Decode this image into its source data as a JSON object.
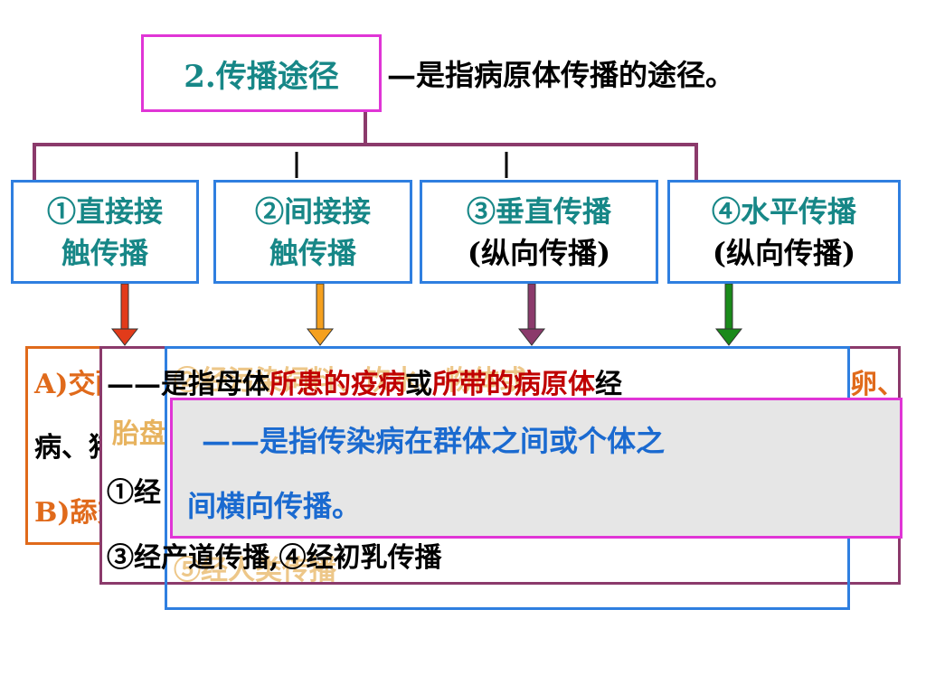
{
  "title": {
    "label": "2.传播途径",
    "description": "—是指病原体传播的途径。"
  },
  "routes": [
    {
      "line1": "①直接接",
      "line2": "触传播",
      "arrow_color": "#e23b1a"
    },
    {
      "line1": "②间接接",
      "line2": "触传播",
      "arrow_color": "#f5a01e"
    },
    {
      "line1": "③垂直传播",
      "line2": "(纵向传播)",
      "arrow_color": "#8b3a6b"
    },
    {
      "line1": "④水平传播",
      "line2": "(纵向传播)",
      "arrow_color": "#1a8a1a"
    }
  ],
  "panel_direct": {
    "line_a": "A)交配",
    "line_b": "病、猪",
    "line_c": "B)舔交",
    "line_d": "胎盘",
    "overflow": "卵、"
  },
  "panel_vertical": {
    "intro_prefix": "——是指母体",
    "intro_red_1": "所患的疫病",
    "intro_mid": "或",
    "intro_red_2": "所带的病原体",
    "intro_suffix": "经",
    "item_1": "①经",
    "items_3_4": "③经产道传播,④经初乳传播"
  },
  "panel_indirect": {
    "line_a": "②经污染饲料、饮水、物体或",
    "line_b": "⑤经人类传播"
  },
  "panel_horizontal": {
    "line1": "——是指传染病在群体之间或个体之",
    "line2": "间横向传播。"
  }
}
